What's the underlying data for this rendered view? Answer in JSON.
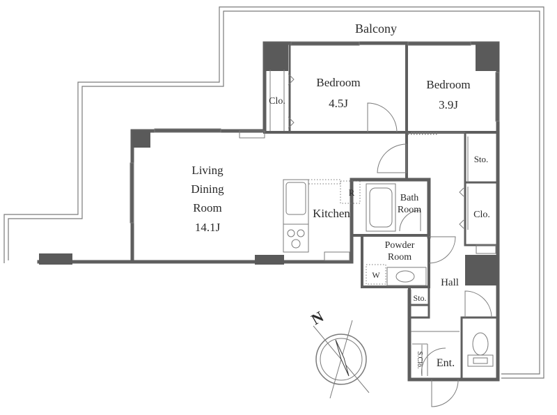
{
  "rooms": {
    "balcony": "Balcony",
    "bedroom1": {
      "name": "Bedroom",
      "size": "4.5J"
    },
    "bedroom2": {
      "name": "Bedroom",
      "size": "3.9J"
    },
    "closet1": "Clo.",
    "closet2": "Clo.",
    "living": {
      "line1": "Living",
      "line2": "Dining",
      "line3": "Room",
      "size": "14.1J"
    },
    "kitchen": "Kitchen",
    "fridge": "R",
    "bath": {
      "line1": "Bath",
      "line2": "Room"
    },
    "powder": {
      "line1": "Powder",
      "line2": "Room"
    },
    "washer": "W",
    "storage1": "Sto.",
    "storage2": "Sto.",
    "hall": "Hall",
    "entrance": "Ent.",
    "shoe_closet": "S.Clo."
  },
  "compass": {
    "north": "N"
  },
  "colors": {
    "wall": "#5e5e5e",
    "line": "#7a7a7a",
    "text": "#2a2a2a"
  }
}
